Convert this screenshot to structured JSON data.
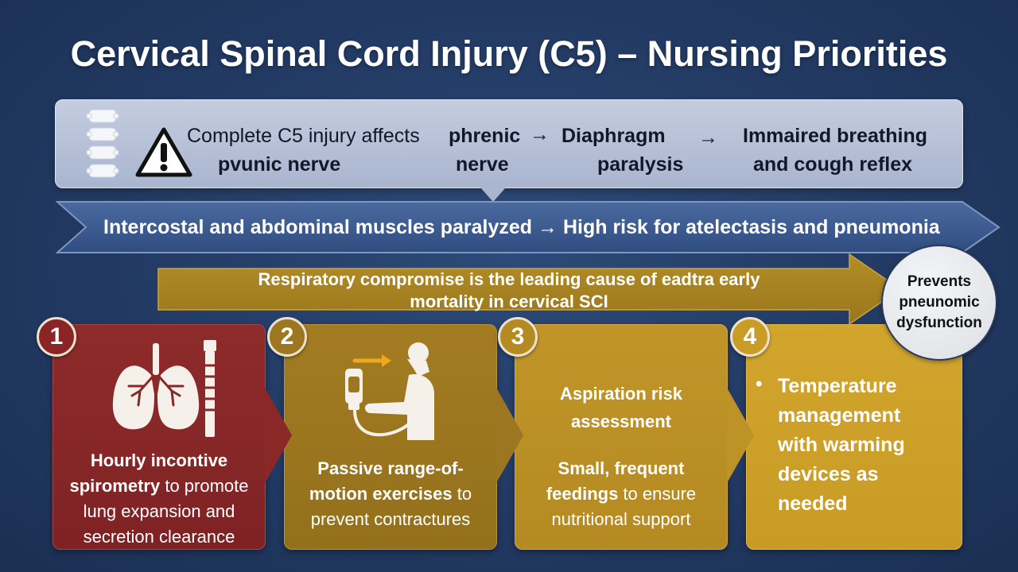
{
  "title": "Cervical Spinal Cord Injury (C5) – Nursing Priorities",
  "banner": {
    "icons": [
      "spine-vertebrae-icon",
      "warning-triangle-icon"
    ],
    "col1_line1": "Complete C5 injury affects",
    "col1_line2": "pvunic nerve",
    "col2_line1": "phrenic",
    "col2_line2": "nerve",
    "arrow1": "→",
    "col3_line1": "Diaphragm",
    "col3_line2": "paralysis",
    "arrow2": "→",
    "col4_line1": "Immaired breathing",
    "col4_line2": "and cough reflex",
    "color": "#b3bed5"
  },
  "band1": {
    "text": "Intercostal and abdominal muscles paralyzed → High risk for atelectasis and pneumonia",
    "color": "#3b5a8c"
  },
  "band2": {
    "line1": "Respiratory compromise is the leading cause of eadtra early",
    "line2": "mortality in cervical SCI",
    "color": "#a8821f"
  },
  "callout": {
    "line1": "Prevents",
    "line2": "pneunomic",
    "line3": "dysfunction"
  },
  "steps": [
    {
      "number": "1",
      "icon": "lungs-spirometer-icon",
      "bold_line1": "Hourly incontive",
      "bold_line2": "spirometry",
      "rest_line2": " to promote",
      "line3": "lung expansion and",
      "line4": "secretion clearance",
      "color": "#8a2828"
    },
    {
      "number": "2",
      "icon": "person-spirometer-icon",
      "bold_line1": "Passive range-of-",
      "bold_line2": "motion exercises",
      "rest_line2": " to",
      "line3": "prevent contractures",
      "color": "#9c7620"
    },
    {
      "number": "3",
      "heading_line1": "Aspiration risk",
      "heading_line2": "assessment",
      "bold_line1": "Small, frequent",
      "bold_line2": "feedings",
      "rest_line2": " to ensure",
      "line3": "nutritional support",
      "color": "#b98f25"
    },
    {
      "number": "4",
      "bullet": "•",
      "line1": "Temperature",
      "line2": "management",
      "line3": "with warming",
      "line4": "devices as",
      "line5": "needed",
      "color": "#cda02a"
    }
  ],
  "accent_colors": {
    "arrow_orange": "#f0a81c",
    "icon_white": "#f5f1ea"
  }
}
